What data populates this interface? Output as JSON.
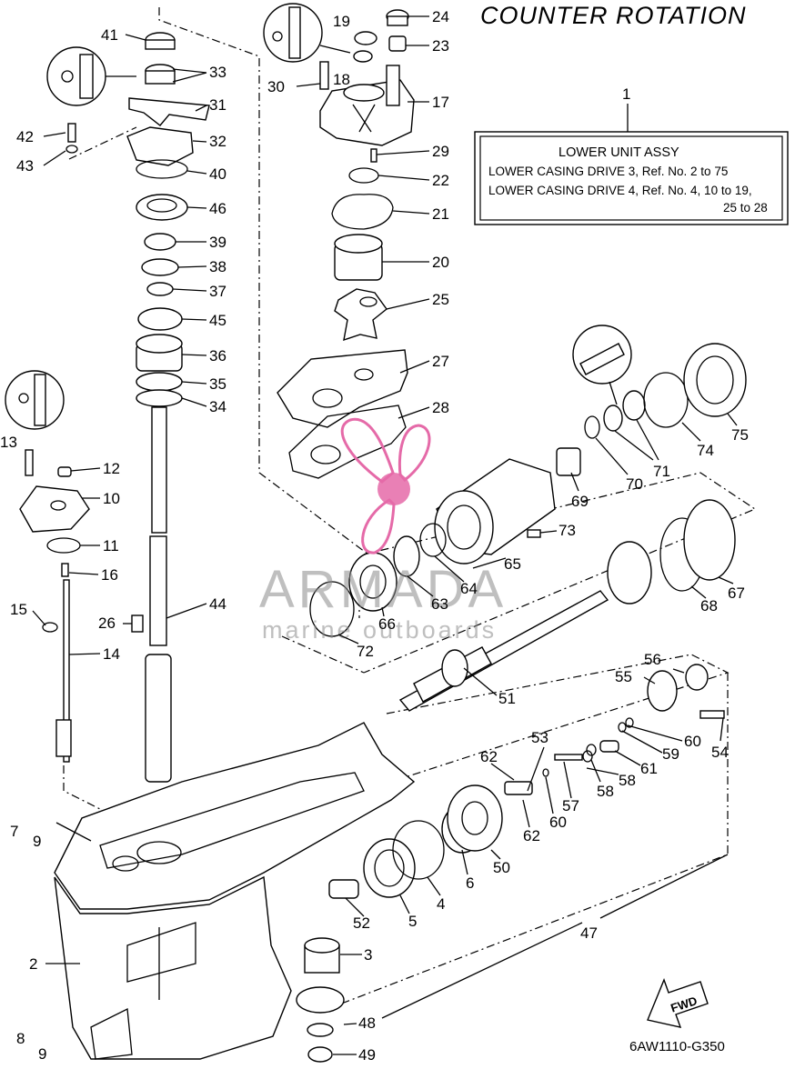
{
  "title": "COUNTER ROTATION",
  "assy_box": {
    "ref": "1",
    "header": "LOWER UNIT ASSY",
    "line1": "LOWER CASING DRIVE 3, Ref. No. 2 to 75",
    "line2": "LOWER CASING DRIVE 4, Ref. No. 4, 10 to 19,",
    "line3": "25 to 28"
  },
  "diagram_code": "6AW1110-G350",
  "fwd_label": "FWD",
  "watermark": {
    "brand": "ARMADA",
    "tagline": "marine outboards",
    "accent_color": "#e56aa8",
    "text_color": "#8a8a8a"
  },
  "callouts": [
    "2",
    "3",
    "4",
    "5",
    "6",
    "7",
    "8",
    "9",
    "9",
    "10",
    "11",
    "12",
    "13",
    "14",
    "15",
    "16",
    "17",
    "18",
    "19",
    "20",
    "21",
    "22",
    "23",
    "24",
    "25",
    "26",
    "27",
    "28",
    "29",
    "30",
    "31",
    "32",
    "33",
    "34",
    "35",
    "36",
    "37",
    "38",
    "39",
    "40",
    "41",
    "42",
    "43",
    "44",
    "45",
    "46",
    "47",
    "48",
    "49",
    "50",
    "51",
    "52",
    "53",
    "54",
    "55",
    "56",
    "57",
    "58",
    "58",
    "59",
    "60",
    "60",
    "61",
    "62",
    "62",
    "63",
    "64",
    "65",
    "66",
    "67",
    "68",
    "69",
    "70",
    "71",
    "72",
    "73",
    "74",
    "75"
  ]
}
